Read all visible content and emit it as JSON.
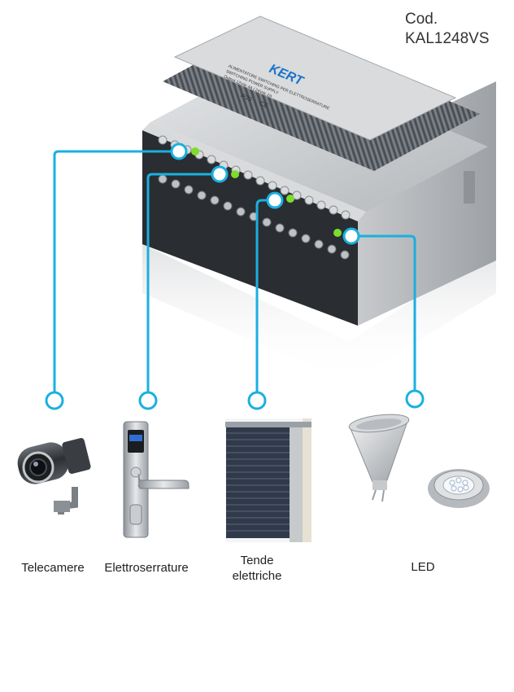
{
  "product": {
    "code_prefix": "Cod.",
    "code_value": "KAL1248VS",
    "brand_logo": "KERT",
    "device_label_line1": "ALIMENTATORE SWITCHING PER ELETTROSERRATURE",
    "device_label_line2": "SWITCHING POWER SUPPLY",
    "device_label_line3": "Output 12Vdc 4A / 24Vdc 2A",
    "ip_rating": "IP20",
    "ce_mark": "CE"
  },
  "devices": [
    {
      "id": "camera",
      "caption": "Telecamere",
      "icon": "security-camera-icon"
    },
    {
      "id": "lock",
      "caption": "Elettroserrature",
      "icon": "electric-lock-icon"
    },
    {
      "id": "blinds",
      "caption_line1": "Tende",
      "caption_line2": "elettriche",
      "icon": "electric-blinds-icon"
    },
    {
      "id": "led",
      "caption": "LED",
      "icon": "led-lamp-icon"
    }
  ],
  "colors": {
    "connector_line": "#1ab0e0",
    "terminal_led": "#7ddc2e",
    "device_body": "#c9cbcd",
    "device_fins": "#5b6066"
  }
}
